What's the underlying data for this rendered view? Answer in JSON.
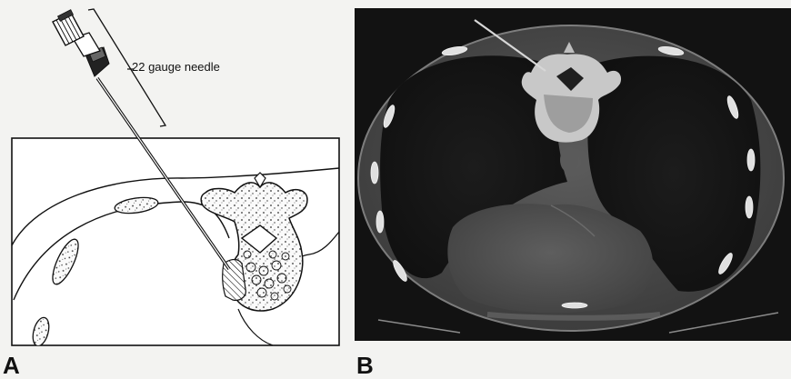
{
  "panel_a": {
    "letter": "A",
    "needle_label": "22 gauge needle"
  },
  "panel_b": {
    "letter": "B"
  }
}
